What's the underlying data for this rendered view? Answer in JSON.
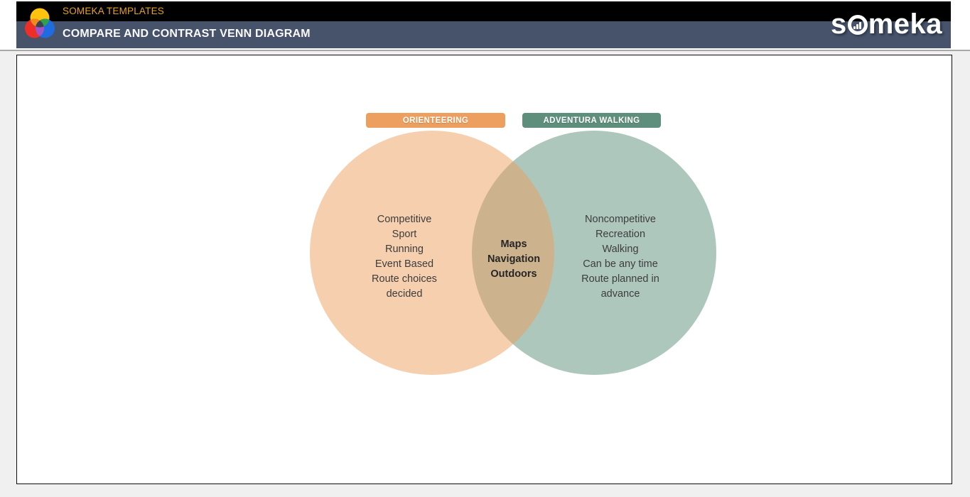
{
  "header": {
    "brand_label": "SOMEKA TEMPLATES",
    "page_title": "COMPARE AND CONTRAST VENN DIAGRAM",
    "wordmark_pre": "s",
    "wordmark_post": "meka"
  },
  "venn": {
    "left_set": {
      "label": "ORIENTEERING",
      "color": "#EC9F5E",
      "fill": "rgba(236,159,94,0.5)",
      "lines": [
        "Competitive",
        "Sport",
        "Running",
        "Event Based",
        "Route choices",
        "decided"
      ]
    },
    "right_set": {
      "label": "ADVENTURA WALKING",
      "color": "#5E8F7C",
      "fill": "rgba(94,143,124,0.5)",
      "lines": [
        "Noncompetitive",
        "Recreation",
        "Walking",
        "Can be any time",
        "Route planned in",
        "advance"
      ]
    },
    "intersection": {
      "lines": [
        "Maps",
        "Navigation",
        "Outdoors"
      ]
    }
  },
  "colors": {
    "top_bar": "#000000",
    "title_bar": "#46536B",
    "brand_text": "#EAA319",
    "divider": "#A8A8A8"
  }
}
